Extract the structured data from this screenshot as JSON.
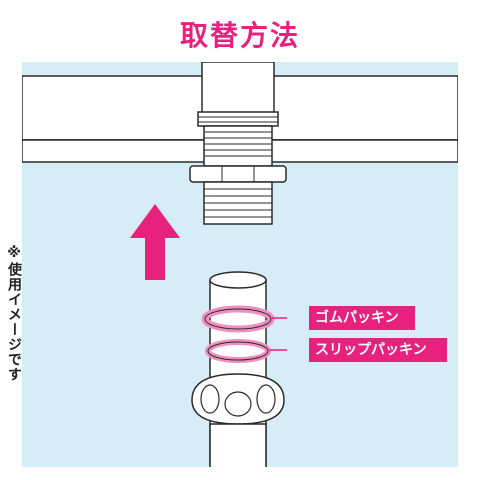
{
  "title": "取替方法",
  "labels": {
    "gomu_packing": "ゴムパッキン",
    "slip_packing": "スリップパッキン"
  },
  "note": "※使用イメージです",
  "colors": {
    "accent": "#e8217f",
    "panel_bg": "#d6edf8",
    "gasket": "#f08fbf",
    "line": "#2a2a2a"
  },
  "icons": [
    "up-arrow-icon"
  ]
}
